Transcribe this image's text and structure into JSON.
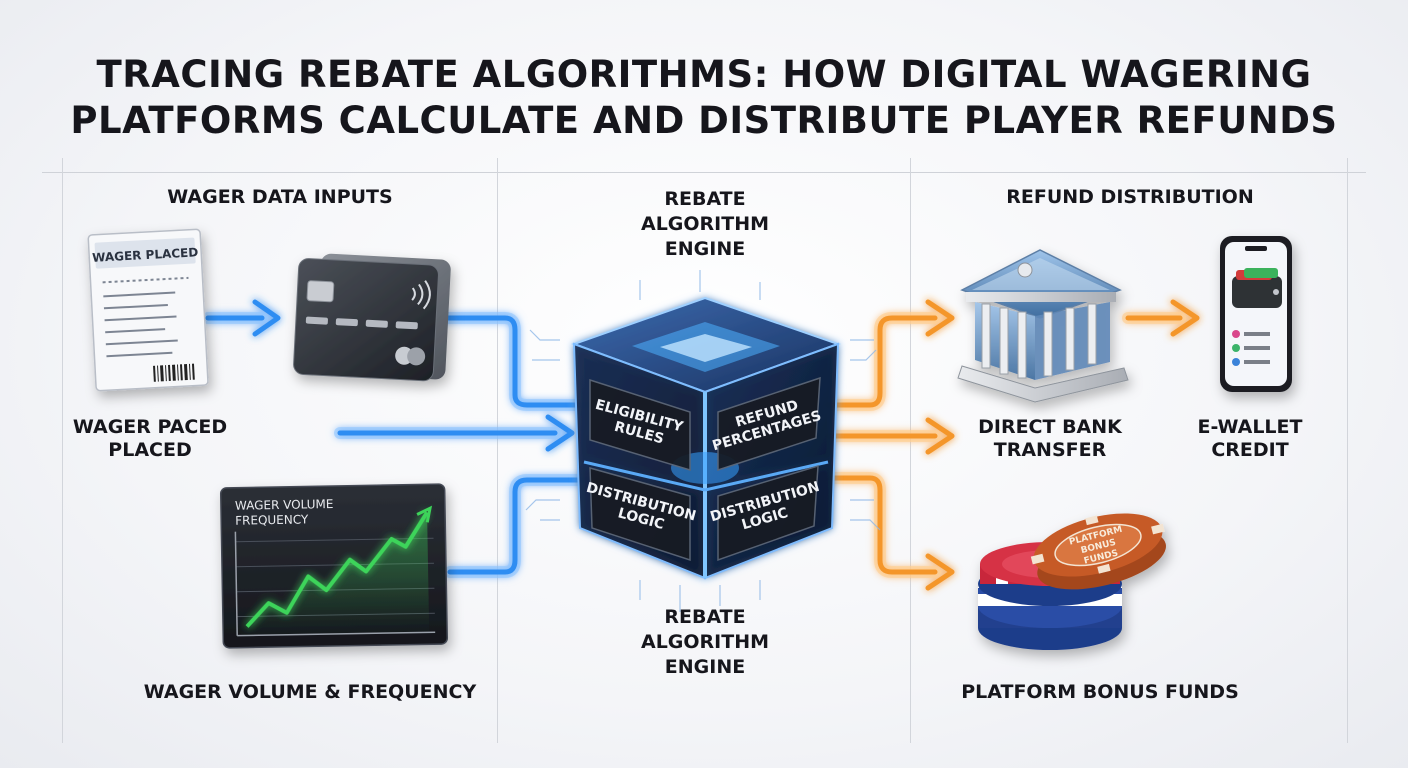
{
  "title_lines": [
    "TRACING REBATE ALGORITHMS: HOW DIGITAL WAGERING",
    "PLATFORMS CALCULATE AND DISTRIBUTE PLAYER REFUNDS"
  ],
  "sections": {
    "inputs_heading": "WAGER DATA INPUTS",
    "engine_heading_lines": [
      "REBATE",
      "ALGORITHM",
      "ENGINE"
    ],
    "distribution_heading": "REFUND DISTRIBUTION"
  },
  "inputs": {
    "ticket_header": "WAGER PLACED",
    "ticket_label_lines": [
      "WAGER PACED",
      "PLACED"
    ],
    "chart_title_lines": [
      "WAGER VOLUME",
      "FREQUENCY"
    ],
    "volume_label": "WAGER VOLUME & FREQUENCY"
  },
  "engine": {
    "faces": [
      {
        "lines": [
          "ELIGIBILITY",
          "RULES"
        ]
      },
      {
        "lines": [
          "REFUND",
          "PERCENTAGES"
        ]
      },
      {
        "lines": [
          "DISTRIBUTION",
          "LOGIC"
        ]
      },
      {
        "lines": [
          "DISTRIBUTION",
          "LOGIC"
        ]
      }
    ],
    "bottom_label_lines": [
      "REBATE",
      "ALGORITHM",
      "ENGINE"
    ]
  },
  "outputs": {
    "bank_label_lines": [
      "DIRECT BANK",
      "TRANSFER"
    ],
    "wallet_label_lines": [
      "E-WALLET",
      "CREDIT"
    ],
    "chips_label": "PLATFORM BONUS FUNDS",
    "chip_text_lines": [
      "PLATFORM",
      "BONUS",
      "FUNDS"
    ]
  },
  "colors": {
    "input_flow": "#2f8df2",
    "output_flow": "#f4962c",
    "engine_glow": "#3aa0ff",
    "chart_line": "#3ed45a"
  }
}
